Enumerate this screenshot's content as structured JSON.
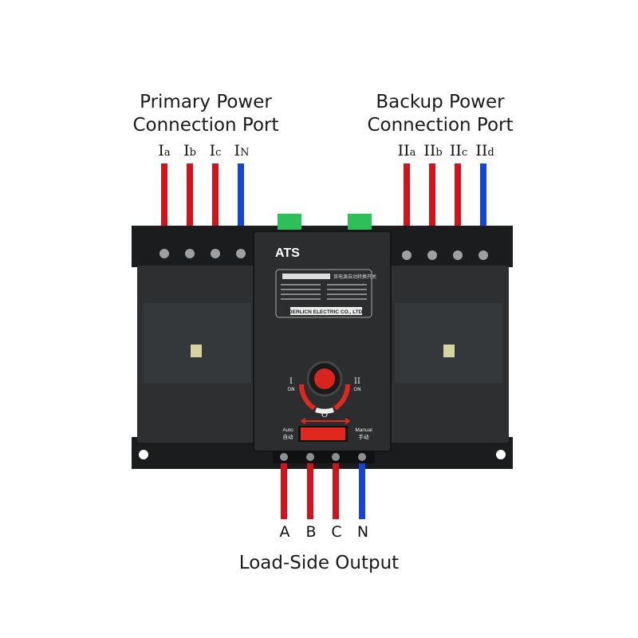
{
  "labels": {
    "primary_title": [
      "Primary Power",
      "Connection Port"
    ],
    "backup_title": [
      "Backup Power",
      "Connection Port"
    ],
    "load_title": "Load-Side Output"
  },
  "primary_ports": [
    {
      "main": "I",
      "sub": "a"
    },
    {
      "main": "I",
      "sub": "b"
    },
    {
      "main": "I",
      "sub": "c"
    },
    {
      "main": "I",
      "sub": "N"
    }
  ],
  "backup_ports": [
    {
      "main": "II",
      "sub": "a"
    },
    {
      "main": "II",
      "sub": "b"
    },
    {
      "main": "II",
      "sub": "c"
    },
    {
      "main": "II",
      "sub": "d"
    }
  ],
  "output_ports": [
    "A",
    "B",
    "C",
    "N"
  ],
  "device": {
    "brand": "ATS",
    "nameplate_title": "双电源自动转换开关",
    "manufacturer": "DERLICN ELECTRIC CO., LTD.",
    "pos_1": "I",
    "pos_1_state": "ON",
    "pos_2": "II",
    "pos_2_state": "ON",
    "pos_0": "O",
    "mode_auto": "Auto",
    "mode_auto_cn": "自动",
    "mode_manual": "Manual",
    "mode_manual_cn": "手动"
  },
  "colors": {
    "phase": "#d4121b",
    "neutral": "#1446d6",
    "body": "#2f3133"
  }
}
